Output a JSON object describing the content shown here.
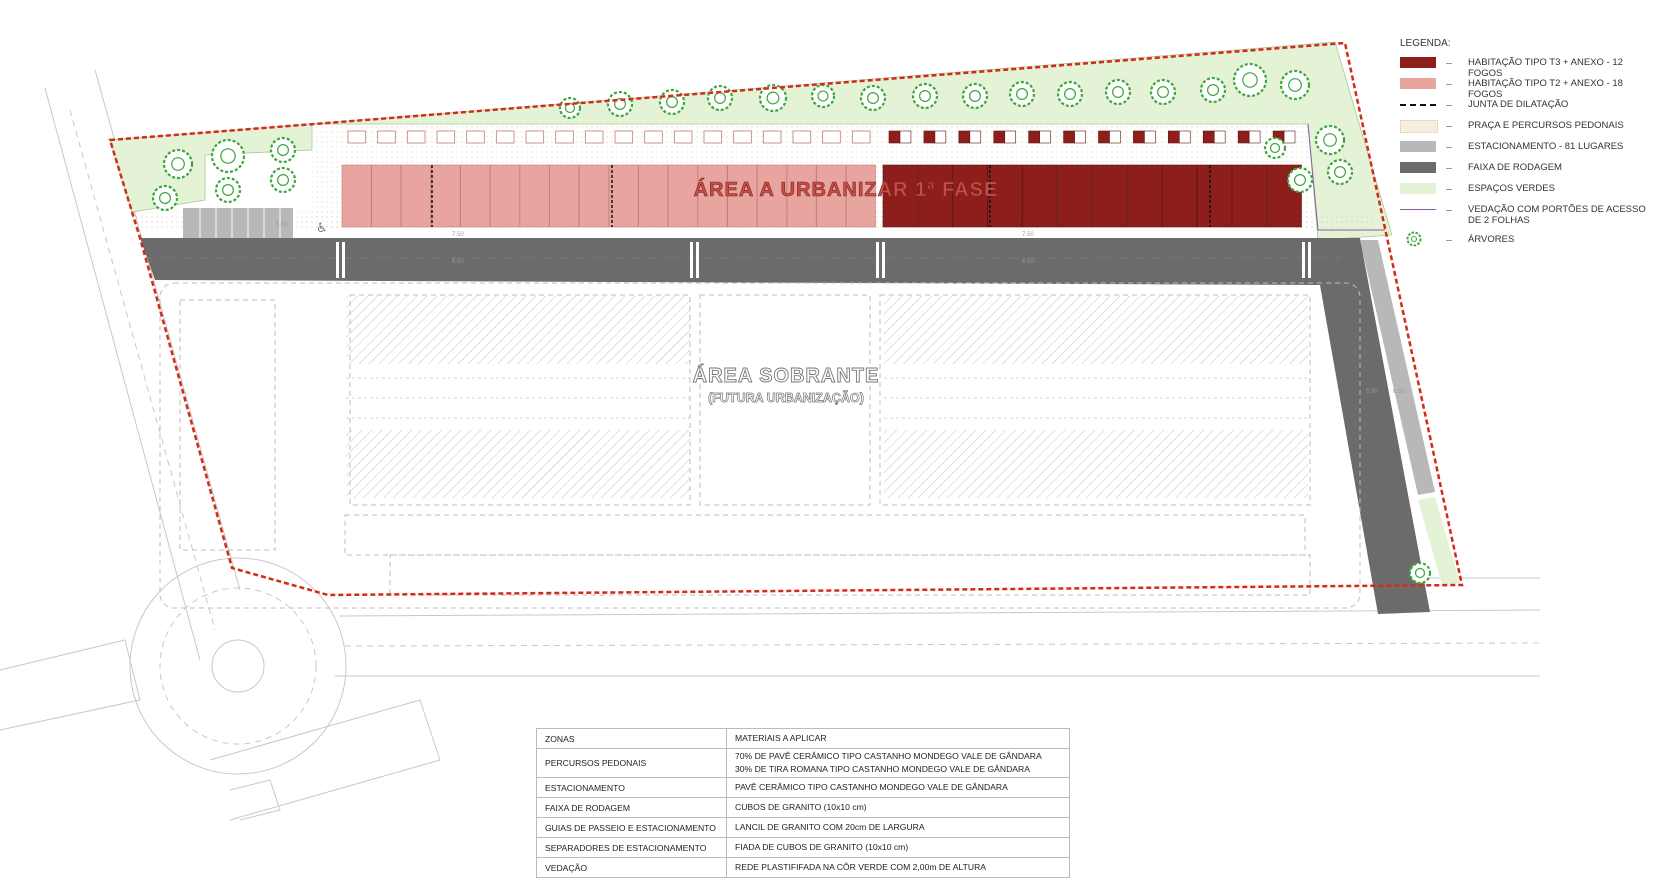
{
  "plan": {
    "area_phase1": "ÁREA A URBANIZAR 1ª FASE",
    "area_remaining": "ÁREA SOBRANTE",
    "area_remaining_sub": "(FUTURA URBANIZAÇÃO)",
    "dimension_labels": [
      "5.00",
      "7.50",
      "6.50",
      "7.50",
      "6.50",
      "5.00",
      "6.50"
    ]
  },
  "legend": {
    "title": "LEGENDA:",
    "items": [
      {
        "label": "HABITAÇÃO TIPO T3 + ANEXO - 12 FOGOS",
        "color": "#8e1e1c",
        "kind": "fill"
      },
      {
        "label": "HABITAÇÃO TIPO T2 + ANEXO - 18 FOGOS",
        "color": "#e8a5a0",
        "kind": "fill"
      },
      {
        "label": "JUNTA DE DILATAÇÃO",
        "color": "#111111",
        "kind": "dash"
      },
      {
        "label": "PRAÇA E PERCURSOS PEDONAIS",
        "color": "#f7eedf",
        "kind": "dotted"
      },
      {
        "label": "ESTACIONAMENTO - 81 LUGARES",
        "color": "#b8b8b8",
        "kind": "fill"
      },
      {
        "label": "FAIXA DE RODAGEM",
        "color": "#6b6b6b",
        "kind": "fill"
      },
      {
        "label": "ESPAÇOS VERDES",
        "color": "#e4f2d6",
        "kind": "fill"
      },
      {
        "label": "VEDAÇÃO COM PORTÕES DE ACESSO DE 2 FOLHAS",
        "color": "#8a5c9e",
        "kind": "line"
      },
      {
        "label": "ÁRVORES",
        "color": "#3aa83a",
        "kind": "tree"
      }
    ]
  },
  "materials": {
    "header": {
      "zone": "ZONAS",
      "material": "MATERIAIS A APLICAR"
    },
    "rows": [
      {
        "zone": "PERCURSOS PEDONAIS",
        "material": [
          "70% DE PAVÊ CERÂMICO TIPO CASTANHO MONDEGO VALE DE GÂNDARA",
          "30% DE TIRA ROMANA TIPO CASTANHO MONDEGO VALE DE GÂNDARA"
        ]
      },
      {
        "zone": "ESTACIONAMENTO",
        "material": [
          "PAVÊ CERÂMICO TIPO CASTANHO MONDEGO VALE DE GÂNDARA"
        ]
      },
      {
        "zone": "FAIXA DE RODAGEM",
        "material": [
          "CUBOS DE GRANITO (10x10 cm)"
        ]
      },
      {
        "zone": "GUIAS DE PASSEIO E ESTACIONAMENTO",
        "material": [
          "LANCIL DE GRANITO COM 20cm DE LARGURA"
        ]
      },
      {
        "zone": "SEPARADORES DE ESTACIONAMENTO",
        "material": [
          "FIADA DE CUBOS DE GRANITO (10x10 cm)"
        ]
      },
      {
        "zone": "VEDAÇÃO",
        "material": [
          "REDE PLASTIFIFADA NA CÔR VERDE COM 2,00m DE ALTURA"
        ]
      }
    ]
  },
  "colors": {
    "t3": "#8e1e1c",
    "t2": "#e8a5a0",
    "road": "#6b6b6b",
    "parking": "#b8b8b8",
    "green": "#e4f2d6",
    "plaza": "#f7eedf",
    "boundary": "#d42a1a",
    "tree": "#3aa83a"
  }
}
